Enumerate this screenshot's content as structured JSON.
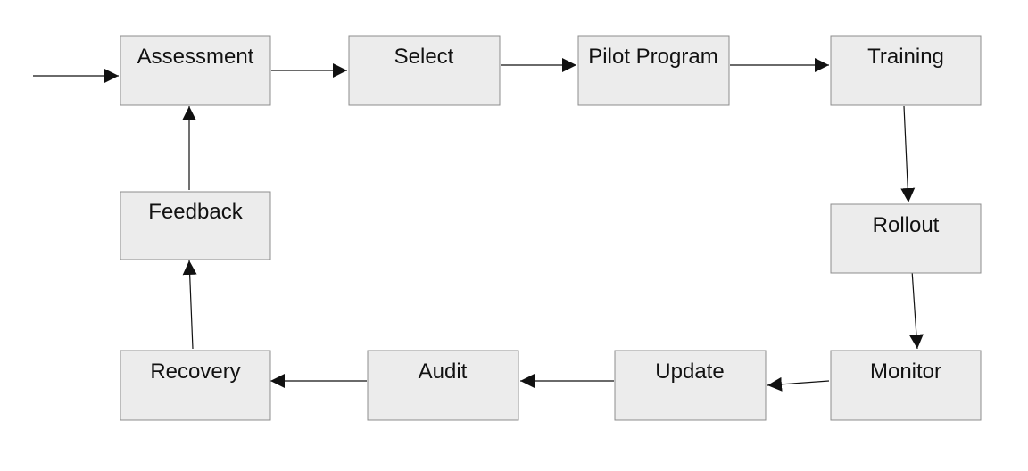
{
  "diagram": {
    "type": "flowchart",
    "nodes": [
      {
        "id": "assessment",
        "label": "Assessment"
      },
      {
        "id": "select",
        "label": "Select"
      },
      {
        "id": "pilot-program",
        "label": "Pilot Program"
      },
      {
        "id": "training",
        "label": "Training"
      },
      {
        "id": "rollout",
        "label": "Rollout"
      },
      {
        "id": "monitor",
        "label": "Monitor"
      },
      {
        "id": "update",
        "label": "Update"
      },
      {
        "id": "audit",
        "label": "Audit"
      },
      {
        "id": "recovery",
        "label": "Recovery"
      },
      {
        "id": "feedback",
        "label": "Feedback"
      }
    ],
    "edges": [
      {
        "from": "",
        "to": "assessment"
      },
      {
        "from": "assessment",
        "to": "select"
      },
      {
        "from": "select",
        "to": "pilot-program"
      },
      {
        "from": "pilot-program",
        "to": "training"
      },
      {
        "from": "training",
        "to": "rollout"
      },
      {
        "from": "rollout",
        "to": "monitor"
      },
      {
        "from": "monitor",
        "to": "update"
      },
      {
        "from": "update",
        "to": "audit"
      },
      {
        "from": "audit",
        "to": "recovery"
      },
      {
        "from": "recovery",
        "to": "feedback"
      },
      {
        "from": "feedback",
        "to": "assessment"
      }
    ],
    "colors": {
      "node_fill": "#ececec",
      "node_border": "#8c8c8c",
      "line": "#111111"
    }
  }
}
